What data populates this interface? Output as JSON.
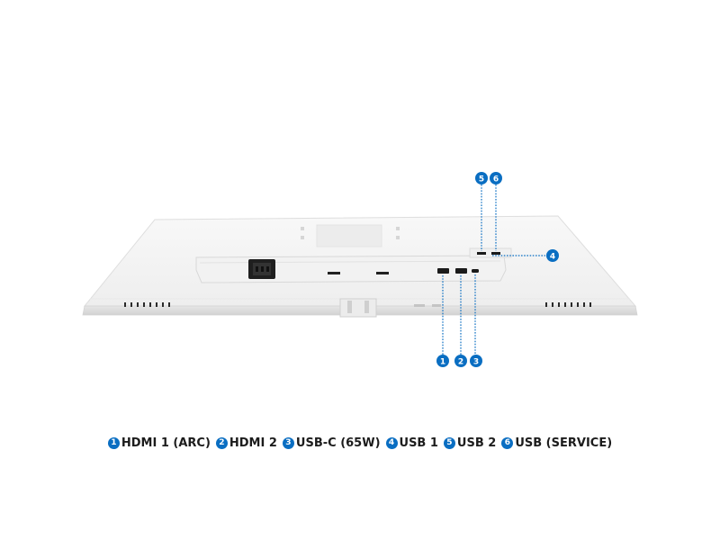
{
  "accent_color": "#0a6ec2",
  "ports": [
    {
      "num": "1",
      "label": "HDMI 1 (ARC)"
    },
    {
      "num": "2",
      "label": "HDMI 2"
    },
    {
      "num": "3",
      "label": "USB-C (65W)"
    },
    {
      "num": "4",
      "label": "USB 1"
    },
    {
      "num": "5",
      "label": "USB 2"
    },
    {
      "num": "6",
      "label": "USB (SERVICE)"
    }
  ]
}
